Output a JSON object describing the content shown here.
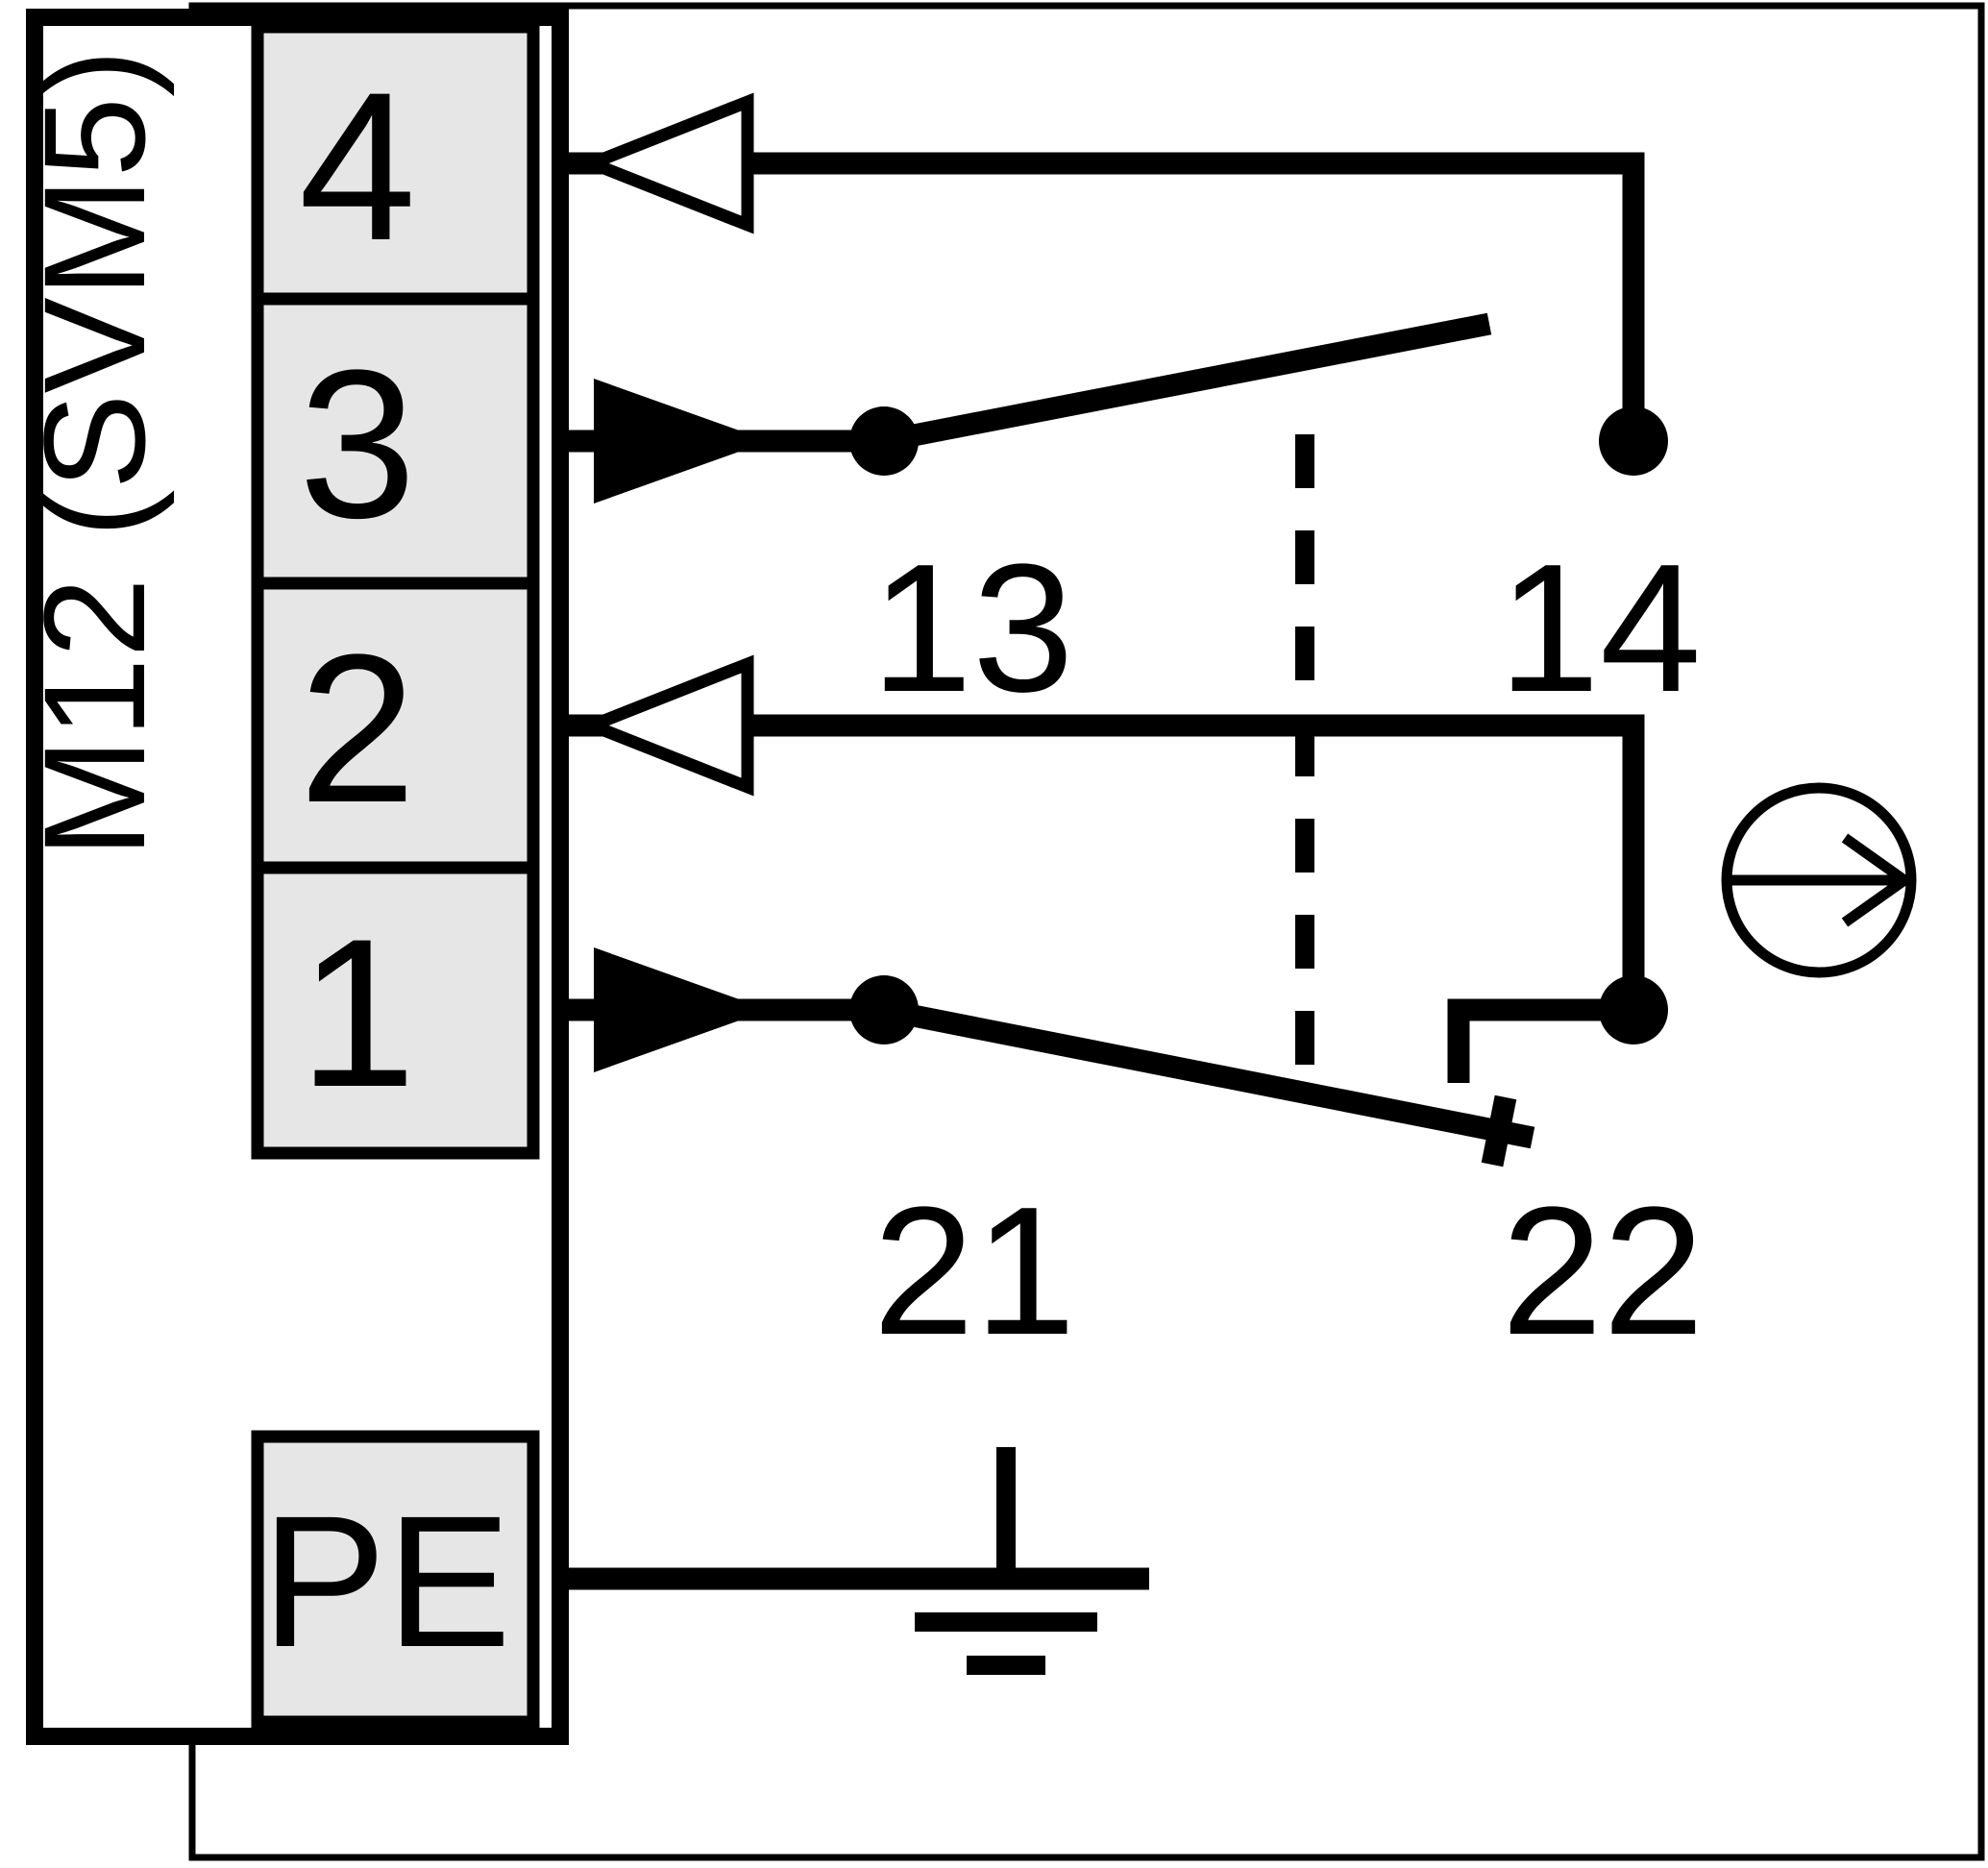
{
  "connector": {
    "label": "M12 (SVM5)",
    "pins": [
      {
        "label": "4"
      },
      {
        "label": "3"
      },
      {
        "label": "2"
      },
      {
        "label": "1"
      },
      {
        "label": "PE"
      }
    ]
  },
  "contacts": {
    "no_left": "13",
    "no_right": "14",
    "nc_left": "21",
    "nc_right": "22"
  },
  "icons": {
    "output_arrow": "open-triangle-pointing-left",
    "input_arrow": "filled-triangle-pointing-right",
    "actuation_direction": "circle-with-right-arrow",
    "earth_ground": "ground-symbol",
    "mechanical_link": "vertical-dashed-line"
  },
  "colors": {
    "line": "#000000",
    "pin_box_fill": "#e6e6e6",
    "background": "#ffffff"
  }
}
